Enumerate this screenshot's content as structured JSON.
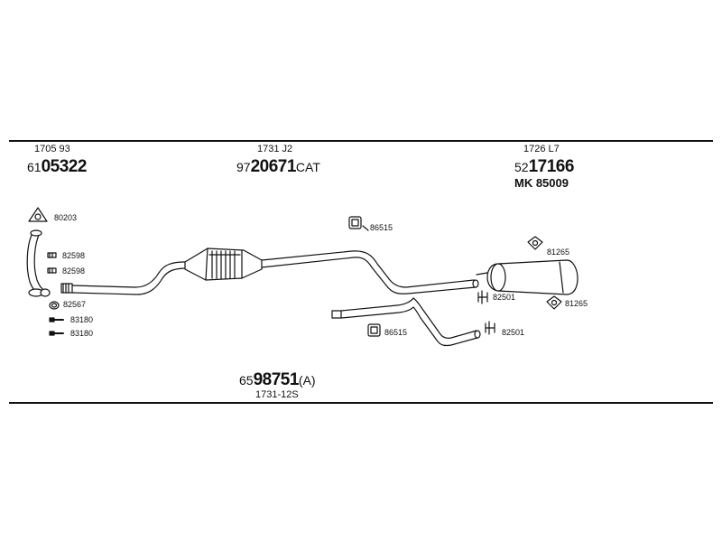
{
  "top_refs": {
    "left": {
      "small": "1705 93",
      "prefix": "61",
      "main": "05322"
    },
    "center": {
      "small": "1731 J2",
      "prefix": "97",
      "main": "20671",
      "suffix": "CAT"
    },
    "right": {
      "small": "1726 L7",
      "prefix": "52",
      "main": "17166",
      "mk": "MK  85009"
    }
  },
  "bottom_ref": {
    "prefix": "65",
    "main": "98751",
    "suffix": "(A)",
    "small": "1731-12S"
  },
  "part_labels": {
    "gasket_80203": "80203",
    "clamp_82598_a": "82598",
    "clamp_82598_b": "82598",
    "ring_82567": "82567",
    "bolt_83180_a": "83180",
    "bolt_83180_b": "83180",
    "mount_86515_top": "86515",
    "mount_86515_bottom": "86515",
    "gasket_81265_top": "81265",
    "gasket_81265_right": "81265",
    "clamp_82501_top": "82501",
    "clamp_82501_bottom": "82501"
  }
}
